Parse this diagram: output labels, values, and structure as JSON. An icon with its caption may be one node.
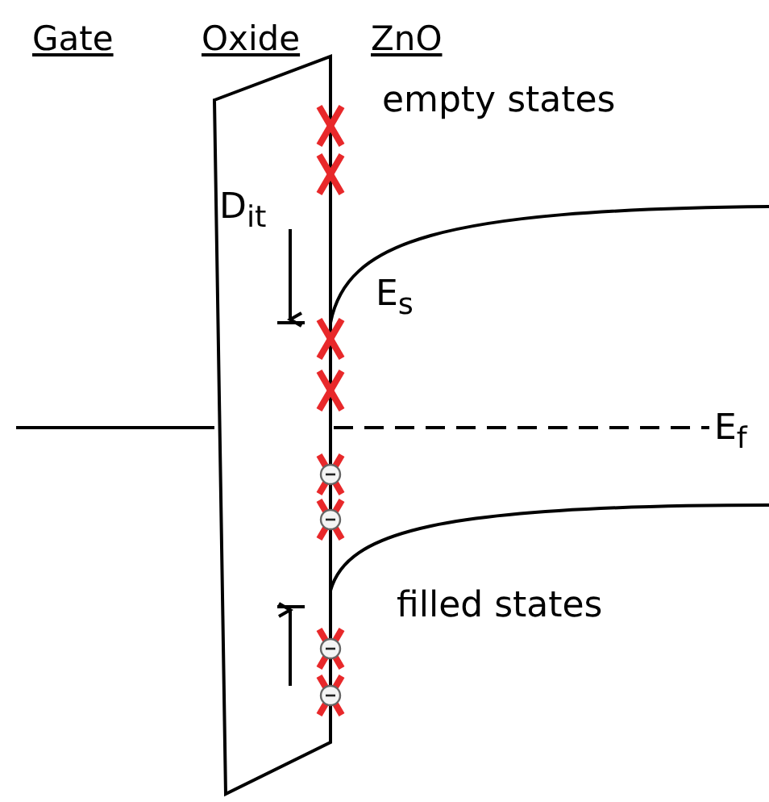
{
  "diagram": {
    "labels": [
      "Gate",
      "Oxide",
      "ZnO",
      "empty states",
      "D$_{it}$",
      "E$_{s}$",
      "E$_{f}$",
      "filled states"
    ]
  }
}
